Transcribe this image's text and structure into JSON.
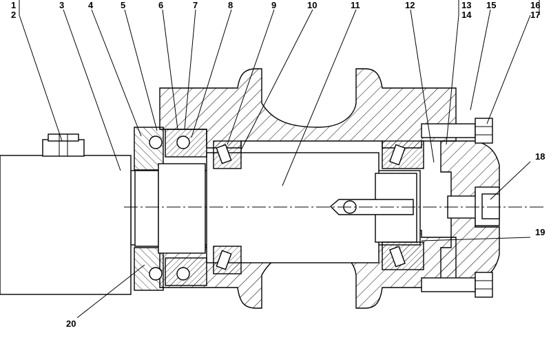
{
  "callouts": [
    {
      "id": "c1",
      "label": "1"
    },
    {
      "id": "c2",
      "label": "2"
    },
    {
      "id": "c3",
      "label": "3"
    },
    {
      "id": "c4",
      "label": "4"
    },
    {
      "id": "c5",
      "label": "5"
    },
    {
      "id": "c6",
      "label": "6"
    },
    {
      "id": "c7",
      "label": "7"
    },
    {
      "id": "c8",
      "label": "8"
    },
    {
      "id": "c9",
      "label": "9"
    },
    {
      "id": "c10",
      "label": "10"
    },
    {
      "id": "c11",
      "label": "11"
    },
    {
      "id": "c12",
      "label": "12"
    },
    {
      "id": "c13",
      "label": "13"
    },
    {
      "id": "c14",
      "label": "14"
    },
    {
      "id": "c15",
      "label": "15"
    },
    {
      "id": "c16",
      "label": "16"
    },
    {
      "id": "c17",
      "label": "17"
    },
    {
      "id": "c18",
      "label": "18"
    },
    {
      "id": "c19",
      "label": "19"
    },
    {
      "id": "c20",
      "label": "20"
    }
  ],
  "colors": {
    "line": "#000000",
    "background": "#ffffff",
    "hatch": "#000000"
  }
}
